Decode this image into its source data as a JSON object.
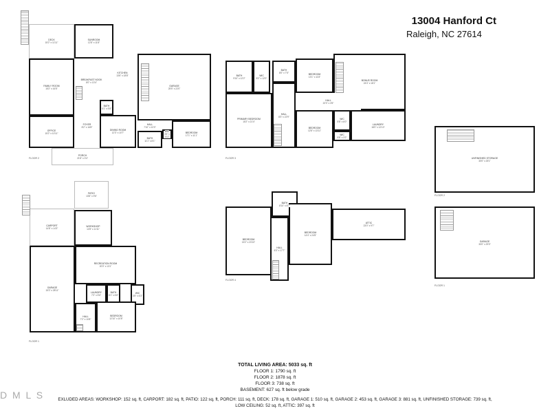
{
  "header": {
    "title": "13004 Hanford Ct",
    "address": "Raleigh, NC 27614"
  },
  "plans": {
    "floor2_main": {
      "label": "FLOOR 2",
      "rooms": [
        {
          "name": "DECK",
          "dims": "15'2\" x 11'11\""
        },
        {
          "name": "SUNROOM",
          "dims": "12'8\" x 11'8\""
        },
        {
          "name": "FAMILY ROOM",
          "dims": "15'2\" x 16'5\""
        },
        {
          "name": "OFFICE",
          "dims": "15'2\" x 10'11\""
        },
        {
          "name": "BREAKFAST NOOK",
          "dims": "8'0\" x 13'4\""
        },
        {
          "name": "KITCHEN",
          "dims": "13'6\" x 18'8\""
        },
        {
          "name": "BATH",
          "dims": "6'1\" x 5'8\""
        },
        {
          "name": "FOYER",
          "dims": "8'2\" x 16'8\""
        },
        {
          "name": "DINING ROOM",
          "dims": "12'3\" x 10'7\""
        },
        {
          "name": "GARAGE",
          "dims": "25'5\" x 22'0\""
        },
        {
          "name": "HALL",
          "dims": "7'10\" x 10'0\""
        },
        {
          "name": "WIC",
          "dims": "3'6\" x 4'10\""
        },
        {
          "name": "BATH",
          "dims": "11'1\" x 8'1\""
        },
        {
          "name": "BEDROOM",
          "dims": "17'1\" x 11'1\""
        },
        {
          "name": "PORCH",
          "dims": "21'8\" x 3'4\""
        }
      ]
    },
    "floor3_main": {
      "label": "FLOOR 3",
      "rooms": [
        {
          "name": "BATH",
          "dims": "9'10\" x 12'2\""
        },
        {
          "name": "WIC",
          "dims": "8'2\" x 12'0\""
        },
        {
          "name": "BATH",
          "dims": "8'0\" x 7'5\""
        },
        {
          "name": "HALL",
          "dims": "8'3\" x 22'9\""
        },
        {
          "name": "BEDROOM",
          "dims": "13'1\" x 11'8\""
        },
        {
          "name": "BONUS ROOM",
          "dims": "24'4\" x 18'1\""
        },
        {
          "name": "HALL",
          "dims": "22'3\" x 3'5\""
        },
        {
          "name": "PRIMARY BEDROOM",
          "dims": "15'2\" x 21'4\""
        },
        {
          "name": "BEDROOM",
          "dims": "12'8\" x 13'11\""
        },
        {
          "name": "WIC",
          "dims": "5'8\" x 6'0\""
        },
        {
          "name": "WIC",
          "dims": "5'8\" x 3'2\""
        },
        {
          "name": "LAUNDRY",
          "dims": "18'0\" x 12'10\""
        }
      ]
    },
    "floor1_main": {
      "label": "FLOOR 1",
      "rooms": [
        {
          "name": "PATIO",
          "dims": "13'8\" x 9'6\""
        },
        {
          "name": "CARPORT",
          "dims": "14'8\" x 14'3\""
        },
        {
          "name": "WORKSHOP",
          "dims": "12'8\" x 11'11\""
        },
        {
          "name": "GARAGE",
          "dims": "15'3\" x 28'11\""
        },
        {
          "name": "RECREATION ROOM",
          "dims": "20'0\" x 13'1\""
        },
        {
          "name": "LAUNDRY",
          "dims": "7'2\" x 5'6\""
        },
        {
          "name": "BATH",
          "dims": "6'1\" x 6'8\""
        },
        {
          "name": "WIC",
          "dims": "3'5\" x 6'3\""
        },
        {
          "name": "BEDROOM",
          "dims": "12'10\" x 10'8\""
        },
        {
          "name": "HALL",
          "dims": "7'2\" x 10'8\""
        }
      ]
    },
    "floor4_main": {
      "label": "FLOOR 4",
      "rooms": [
        {
          "name": "BATH",
          "dims": "8'10\" x 8'7\""
        },
        {
          "name": "HALL",
          "dims": "6'3\" x 17'7\""
        },
        {
          "name": "BEDROOM",
          "dims": "15'2\" x 23'10\""
        },
        {
          "name": "BEDROOM",
          "dims": "14'4\" x 24'5\""
        },
        {
          "name": "ATTIC",
          "dims": "23'0\" x 9'7\""
        }
      ]
    },
    "garage_floor2": {
      "label": "FLOOR 2",
      "rooms": [
        {
          "name": "UNFINISHED STORAGE",
          "dims": "30'0\" x 25'1\""
        }
      ]
    },
    "garage_floor1": {
      "label": "FLOOR 1",
      "rooms": [
        {
          "name": "GARAGE",
          "dims": "30'0\" x 29'0\""
        }
      ]
    }
  },
  "summary": {
    "total": "TOTAL LIVING AREA: 5033 sq. ft",
    "floor1": "FLOOR 1: 1790 sq. ft",
    "floor2": "FLOOR 2: 1878 sq. ft",
    "floor3": "FLOOR 3: 738 sq. ft",
    "basement": "BASEMENT: 627 sq. ft below grade",
    "excluded": "EXLUDED AREAS: WORKSHOP: 152 sq. ft, CARPORT: 182 sq. ft, PATIO: 122 sq. ft, PORCH: 111 sq. ft, DECK: 178 sq. ft, GARAGE 1: 510 sq. ft, GARAGE 2: 453 sq. ft, GARAGE 3: 881 sq. ft, UNFINISHED STORAGE: 739 sq. ft,",
    "excluded2": "LOW CEILING: 52 sq. ft, ATTIC: 397 sq. ft"
  },
  "logo": "DMLS"
}
